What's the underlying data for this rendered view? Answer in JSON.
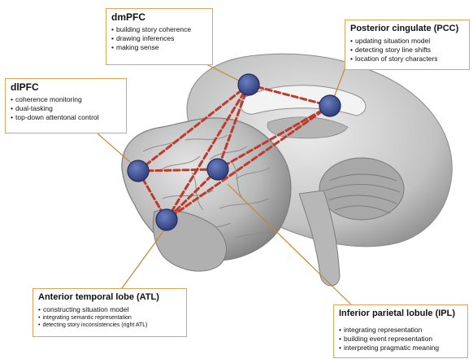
{
  "regions": [
    {
      "id": "dmpfc",
      "title": "dmPFC",
      "items": [
        "building story coherence",
        "drawing inferences",
        "making sense"
      ],
      "bullets": [
        "•",
        "•",
        "•"
      ]
    },
    {
      "id": "pcc",
      "title": "Posterior cingulate (PCC)",
      "items": [
        "updating situation model",
        "detecting story line shifts",
        "location of story characters"
      ],
      "bullets": [
        "•",
        "•",
        "•"
      ]
    },
    {
      "id": "dlpfc",
      "title": "dlPFC",
      "items": [
        "coherence monitoring",
        "dual-tasking",
        "top-down attentonal control"
      ],
      "bullets": [
        "•",
        "•",
        "•"
      ]
    },
    {
      "id": "atl",
      "title": "Anterior temporal lobe (ATL)",
      "items": [
        "constructing situation model",
        "integrating semantic representation",
        "detecting story inconsistencies (right ATL)"
      ],
      "bullets": [
        "•",
        "•",
        "•"
      ]
    },
    {
      "id": "ipl",
      "title": "Inferior parietal lobule (IPL)",
      "items": [
        "integrating representation",
        "building event representation",
        "interpreting pragmatic meaning"
      ],
      "bullets": [
        "•",
        "•",
        "•"
      ]
    }
  ],
  "colors": {
    "box_border": "#e3a35a",
    "connector": "#c98530",
    "network_line": "#c0392b",
    "node_fill": "#3d4f8c",
    "brain_light": "#d4d4d4",
    "brain_dark": "#8a8a8a"
  }
}
